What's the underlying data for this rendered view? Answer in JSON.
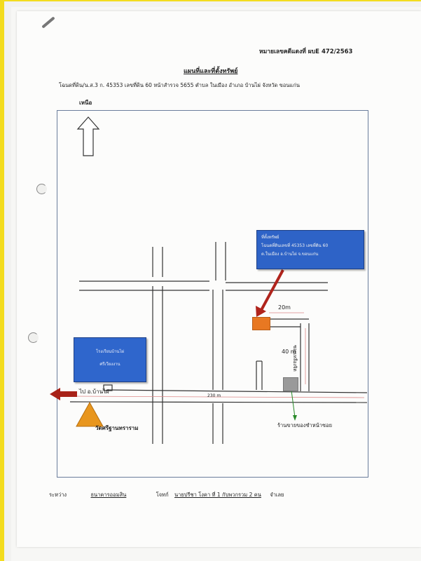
{
  "document": {
    "doc_number": "หมายเลขคดีแดงที่ ผบE 472/2563",
    "title": "แผนที่และที่ตั้งทรัพย์",
    "land_info": "โฉนดที่ดิน/น.ส.3 ก. 45353 เลขที่ดิน 60 หน้าสำรวจ 5655 ตำบล ในเมือง อำเภอ บ้านไผ่ จังหวัด ขอนแก่น",
    "north_label": "เหนือ",
    "footer": {
      "between_label": "ระหว่าง",
      "plaintiff": "ธนาคารออมสิน",
      "defendant_label": "โจทก์",
      "defendant": "นายปรีชา โงคา ที่ 1 กับพวกรวม 2 คน",
      "defendant_suffix": "จำเลย"
    }
  },
  "map": {
    "property_callout": {
      "line1": "ที่ตั้งทรัพย์",
      "line2": "โฉนดที่ดินเลขที่ 45353 เลขที่ดิน 60",
      "line3": "ต.ในเมือง อ.บ้านไผ่ จ.ขอนแก่น"
    },
    "school": {
      "line1": "โรงเรียนบ้านไผ่",
      "line2": "ศรีเวียงงาน"
    },
    "temple_label": "วัดศรีฐานทราราม",
    "road_to_label": "ไป อ.บ้านไผ่",
    "distance_main": "230 m",
    "distance_horizontal": "20m",
    "distance_vertical": "40 m",
    "side_road_label": "ซอยเหลืองจิต",
    "shop_label": "ร้านขายของชำหน้าซอย",
    "colors": {
      "map_border": "#6a7d9c",
      "callout_blue": "#2e63c7",
      "site_orange": "#e87822",
      "arrow_red": "#b0241c",
      "temple_orange": "#e8961e",
      "shop_arrow_green": "#2a8a2a"
    }
  }
}
